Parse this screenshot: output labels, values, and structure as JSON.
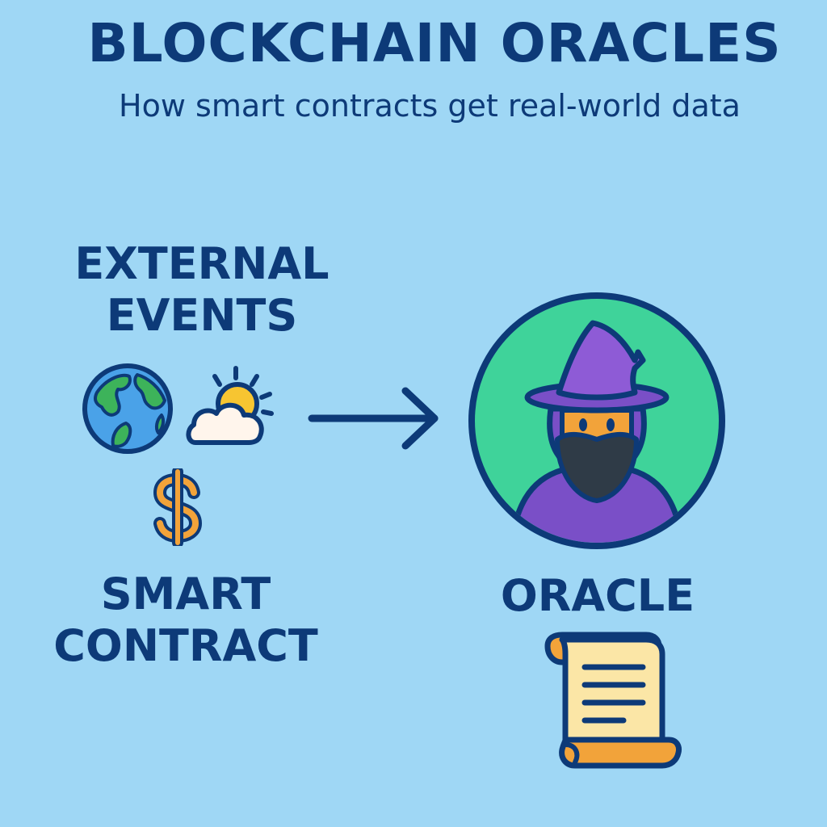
{
  "title": "BLOCKCHAIN ORACLES",
  "subtitle": "How smart contracts get real-world data",
  "labels": {
    "external_line1": "EXTERNAL",
    "external_line2": "EVENTS",
    "smart_line1": "SMART",
    "smart_line2": "CONTRACT",
    "oracle": "ORACLE"
  },
  "icons": {
    "globe": "globe-icon",
    "weather": "sun-cloud-icon",
    "money": "dollar-icon",
    "arrow": "arrow-right-icon",
    "oracle": "wizard-icon",
    "contract": "scroll-icon"
  },
  "colors": {
    "background": "#9fd7f5",
    "text": "#0d3a78",
    "oracle_circle": "#3fd39a",
    "wizard_robe": "#7a4fc7",
    "wizard_face": "#f2a33a",
    "scroll": "#fbe6a6",
    "scroll_edge": "#f2a33a",
    "sun": "#f7c531",
    "globe_land": "#3db35a",
    "globe_sea": "#4aa2e8"
  }
}
